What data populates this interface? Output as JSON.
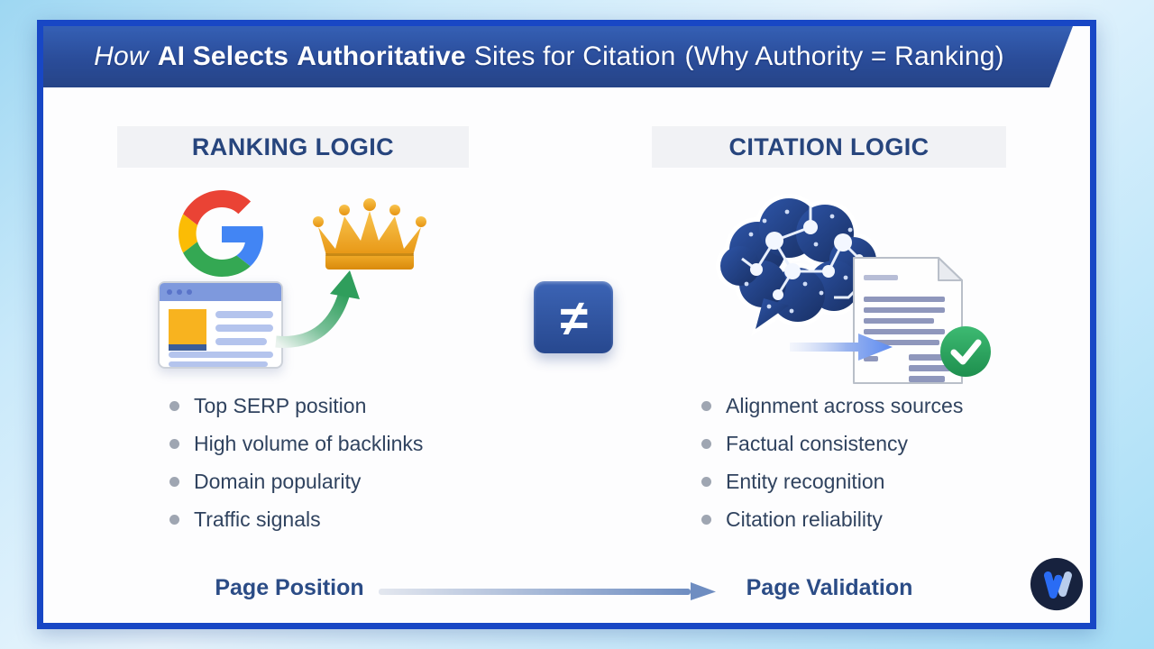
{
  "title": {
    "how": "How",
    "ai_selects": "AI Selects",
    "authoritative": "Authoritative",
    "rest": "Sites for Citation",
    "parenthetical": "(Why Authority = Ranking)"
  },
  "ranking": {
    "header": "RANKING LOGIC",
    "bullets": [
      "Top SERP position",
      "High volume of backlinks",
      "Domain popularity",
      "Traffic signals"
    ],
    "footer": "Page Position"
  },
  "citation": {
    "header": "CITATION LOGIC",
    "bullets": [
      "Alignment across sources",
      "Factual consistency",
      "Entity recognition",
      "Citation reliability"
    ],
    "footer": "Page Validation"
  },
  "comparison": {
    "symbol": "≠"
  },
  "icons": {
    "google_logo": "google-g",
    "crown": "gold-crown",
    "serp_window": "browser-window",
    "growth_arrow": "green-curved-arrow-up",
    "not_equal": "not-equal-sign",
    "ai_brain": "circuit-brain",
    "document": "validated-document",
    "check": "green-checkmark",
    "flow_arrow": "left-to-right-gradient-arrow",
    "brand": "w-monogram-logo"
  },
  "colors": {
    "frame_blue": "#1847c5",
    "banner_blue": "#2b4c9a",
    "header_text": "#27457d",
    "bullet_text": "#30435f",
    "gold": "#f0a81f",
    "arrow_green": "#2f9e5c",
    "check_green": "#27a15b",
    "accent_blue": "#5e8cf0"
  }
}
